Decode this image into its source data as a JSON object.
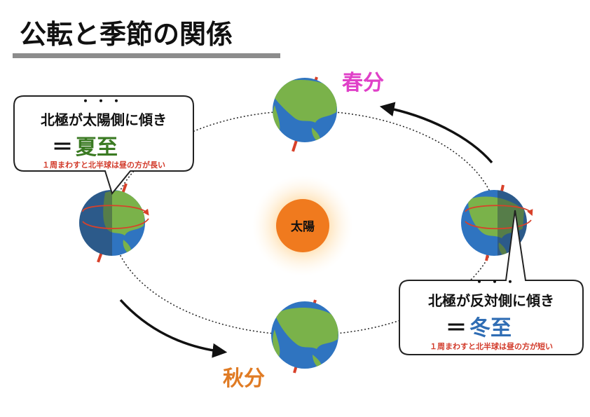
{
  "title": "公転と季節の関係",
  "sun": {
    "label": "太陽"
  },
  "seasons": {
    "spring": "春分",
    "autumn": "秋分"
  },
  "summer_callout": {
    "emphasis_dots": "・・・",
    "line1": "北極が太陽側に傾き",
    "equals": "＝",
    "term": "夏至",
    "note": "１周まわすと北半球は昼の方が長い"
  },
  "winter_callout": {
    "emphasis_dots": "・・・",
    "line1": "北極が反対側に傾き",
    "equals": "＝",
    "term": "冬至",
    "note": "１周まわすと北半球は昼の方が短い"
  },
  "colors": {
    "title_underline": "#8c8c8c",
    "spring": "#e040c8",
    "autumn": "#e07b24",
    "summer": "#3a7a22",
    "winter": "#2f6db4",
    "note": "#d23a2a",
    "sun": "#f07a1e",
    "ocean": "#2f74c0",
    "land": "#7ab24a",
    "axis": "#d8412a"
  }
}
